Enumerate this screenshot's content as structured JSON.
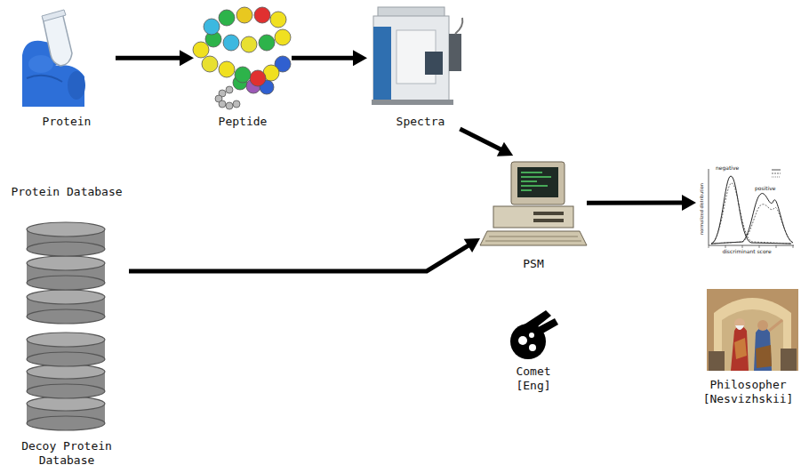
{
  "diagram": {
    "nodes": [
      {
        "text": [
          "Protein"
        ]
      },
      {
        "text": [
          "Peptide"
        ]
      },
      {
        "text": [
          "Spectra"
        ]
      },
      {
        "text": [
          "Protein Database"
        ]
      },
      {
        "text": [
          "PSM"
        ]
      },
      {
        "text": [
          "normalized distribution",
          "negative",
          "positive",
          "discriminant score"
        ]
      },
      {
        "text": [
          "Comet [Eng]"
        ]
      },
      {
        "text": [
          "Philosopher [Nesvizhskii]"
        ]
      },
      {
        "text": [
          "Decoy Protein Database"
        ]
      }
    ],
    "edges": [
      {
        "from": 0,
        "to": 1,
        "arrow": "to"
      },
      {
        "from": 1,
        "to": 2,
        "arrow": "to"
      },
      {
        "from": 2,
        "to": 4,
        "arrow": "to"
      },
      {
        "from": 3,
        "to": 4,
        "arrow": "to"
      },
      {
        "from": 4,
        "to": 5,
        "arrow": "to"
      }
    ]
  }
}
